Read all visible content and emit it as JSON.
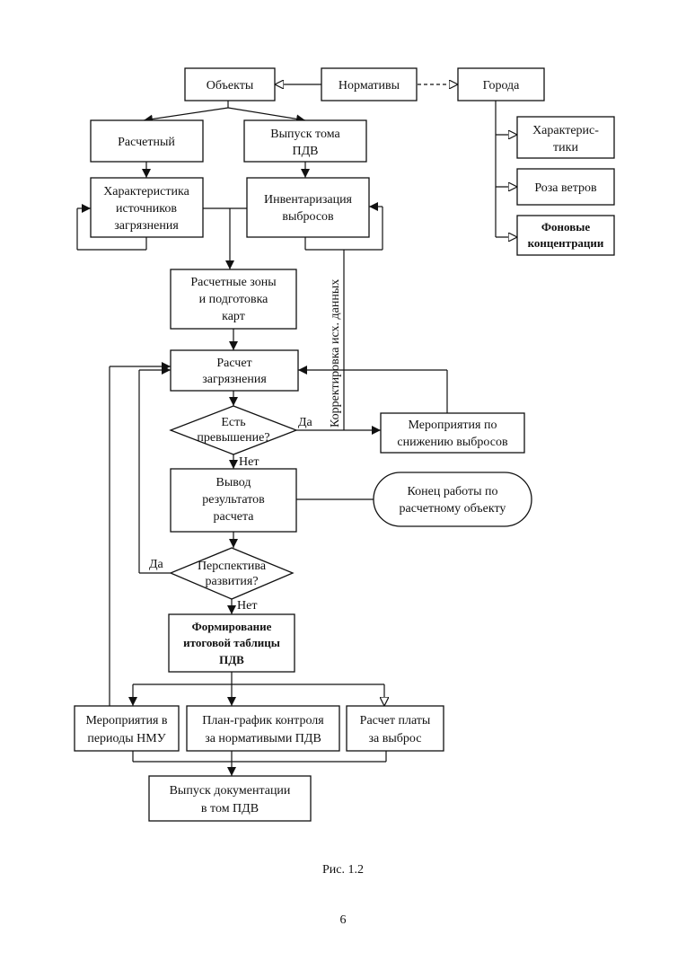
{
  "nodes": {
    "objects": "Объекты",
    "normatives": "Нормативы",
    "cities": "Города",
    "characteristics": [
      "Характерис-",
      "тики"
    ],
    "wind_rose": "Роза ветров",
    "background_conc": [
      "Фоновые",
      "концентрации"
    ],
    "calculated": "Расчетный",
    "pdv_volume_release": [
      "Выпуск тома",
      "ПДВ"
    ],
    "source_characteristics": [
      "Характеристика",
      "источников",
      "загрязнения"
    ],
    "emission_inventory": [
      "Инвентаризация",
      "выбросов"
    ],
    "calc_zones": [
      "Расчетные зоны",
      "и подготовка",
      "карт"
    ],
    "pollution_calc": [
      "Расчет",
      "загрязнения"
    ],
    "exceedance_question": [
      "Есть",
      "превышение?"
    ],
    "emission_reduction": [
      "Мероприятия по",
      "снижению выбросов"
    ],
    "results_output": [
      "Вывод",
      "результатов",
      "расчета"
    ],
    "end_work": [
      "Конец работы по",
      "расчетному объекту"
    ],
    "development_question": [
      "Перспектива",
      "развития?"
    ],
    "pdv_table": [
      "Формирование",
      "итоговой таблицы",
      "ПДВ"
    ],
    "nmu_measures": [
      "Мероприятия в",
      "периоды НМУ"
    ],
    "control_schedule": [
      "План-график контроля",
      "за нормативыми ПДВ"
    ],
    "fee_calc": [
      "Расчет платы",
      "за выброс"
    ],
    "doc_release": [
      "Выпуск документации",
      "в том ПДВ"
    ]
  },
  "edges": {
    "yes": "Да",
    "no": "Нет",
    "data_correction": "Корректировка исх. данных"
  },
  "figure_caption": "Рис. 1.2",
  "page_number": "6"
}
